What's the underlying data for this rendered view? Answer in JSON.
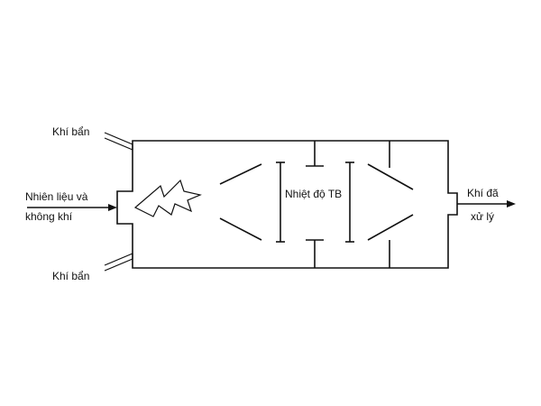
{
  "labels": {
    "dirty_gas_top": "Khí bẩn",
    "dirty_gas_bottom": "Khí bẩn",
    "fuel_air_line1": "Nhiên liệu và",
    "fuel_air_line2": "không khí",
    "middle_temp": "Nhiệt độ TB",
    "treated_gas_line1": "Khí đã",
    "treated_gas_line2": "xử lý"
  }
}
